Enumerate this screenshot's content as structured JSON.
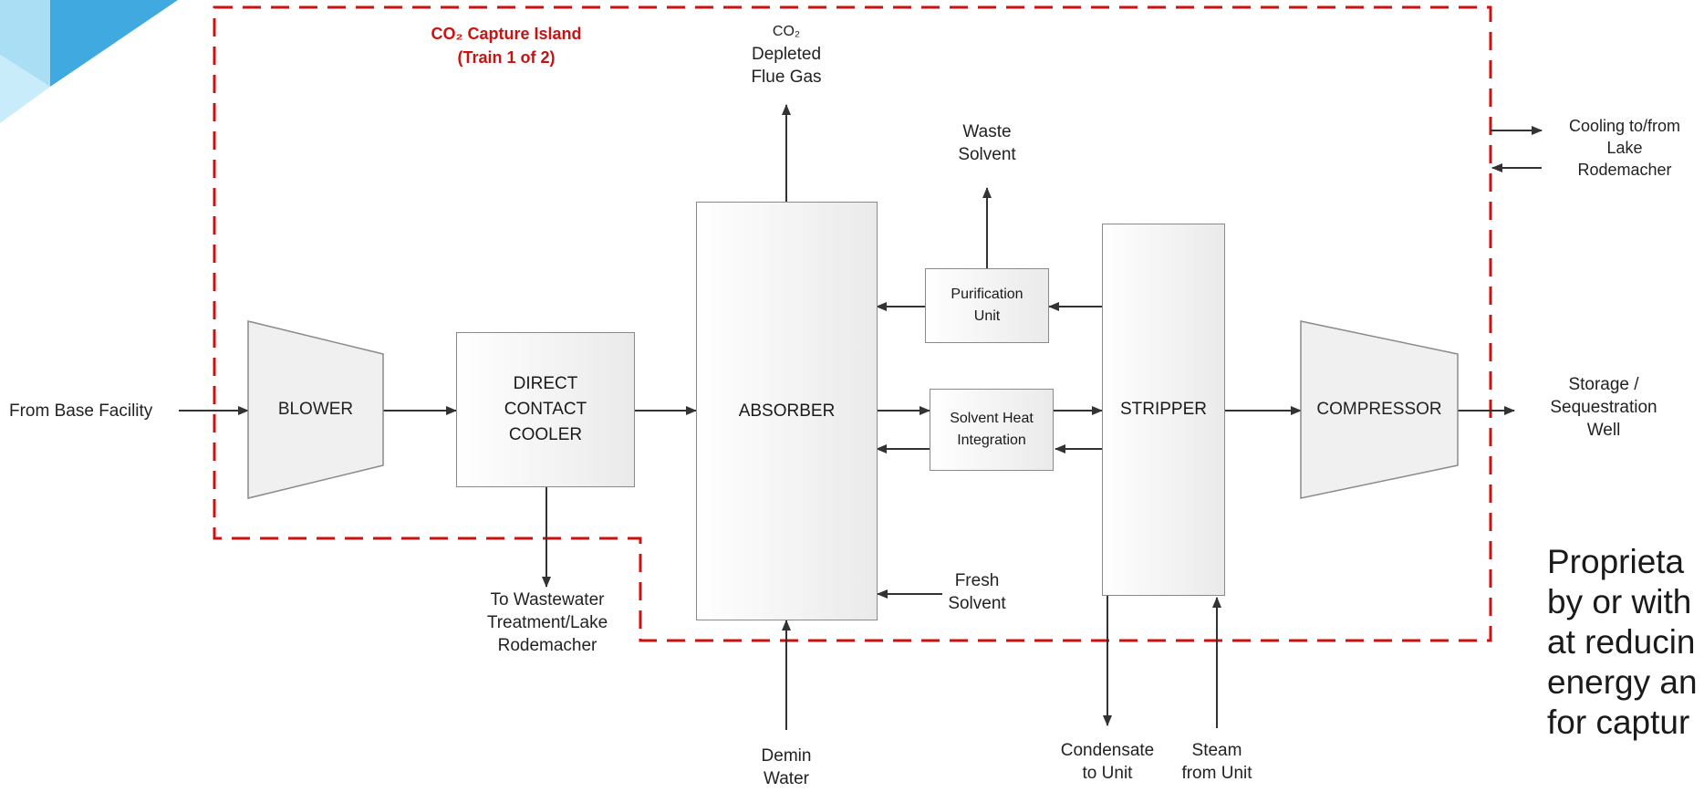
{
  "island": {
    "title_line1": "CO₂ Capture Island",
    "title_line2": "(Train 1 of 2)",
    "boundary_color": "#cc1111"
  },
  "units": {
    "blower": "BLOWER",
    "dcc": [
      "DIRECT",
      "CONTACT",
      "COOLER"
    ],
    "absorber": "ABSORBER",
    "purification": [
      "Purification",
      "Unit"
    ],
    "solvent_heat": [
      "Solvent Heat",
      "Integration"
    ],
    "stripper": "STRIPPER",
    "compressor": "COMPRESSOR"
  },
  "streams": {
    "from_base": "From Base Facility",
    "co2_depleted": [
      "CO₂",
      "Depleted",
      "Flue Gas"
    ],
    "waste_solvent": [
      "Waste",
      "Solvent"
    ],
    "cooling": [
      "Cooling to/from",
      "Lake",
      "Rodemacher"
    ],
    "storage": [
      "Storage /",
      "Sequestration",
      "Well"
    ],
    "wastewater": [
      "To Wastewater",
      "Treatment/Lake",
      "Rodemacher"
    ],
    "fresh_solvent": [
      "Fresh",
      "Solvent"
    ],
    "demin_water": [
      "Demin",
      "Water"
    ],
    "condensate": [
      "Condensate",
      "to Unit"
    ],
    "steam": [
      "Steam",
      "from Unit"
    ]
  },
  "note": {
    "lines": [
      "Proprieta",
      "by or with",
      "at reducin",
      "energy an",
      "for captur"
    ]
  },
  "colors": {
    "line": "#333333",
    "box_border": "#8a8a8a",
    "accent_blue": "#3fa9e0",
    "accent_light": "#a9def5"
  }
}
